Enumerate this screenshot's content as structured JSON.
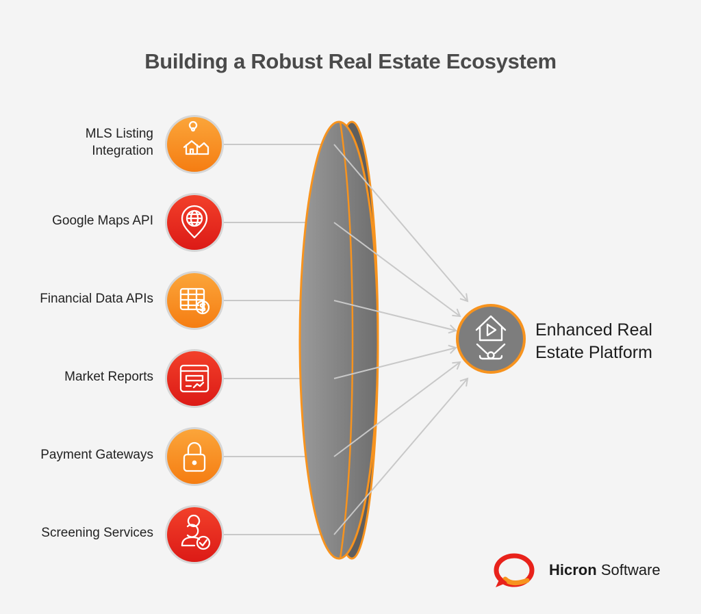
{
  "title": "Building a Robust Real Estate Ecosystem",
  "colors": {
    "orange": "#f7931e",
    "red": "#e8221b",
    "lens": "#8a8a8a",
    "connector": "#c8c8c8",
    "target": "#7b7b7b"
  },
  "sources": [
    {
      "lines": [
        "MLS Listing",
        "Integration"
      ],
      "icon": "house-location-icon",
      "color": "orange"
    },
    {
      "lines": [
        "Google Maps API"
      ],
      "icon": "globe-pin-icon",
      "color": "red"
    },
    {
      "lines": [
        "Financial Data APIs"
      ],
      "icon": "spreadsheet-dollar-icon",
      "color": "orange"
    },
    {
      "lines": [
        "Market Reports"
      ],
      "icon": "report-chart-icon",
      "color": "red"
    },
    {
      "lines": [
        "Payment Gateways"
      ],
      "icon": "padlock-icon",
      "color": "orange"
    },
    {
      "lines": [
        "Screening Services"
      ],
      "icon": "user-check-icon",
      "color": "red"
    }
  ],
  "target": {
    "lines": [
      "Enhanced Real",
      "Estate Platform"
    ],
    "icon": "smart-home-icon"
  },
  "brand": {
    "name_bold": "Hicron",
    "name_light": "Software"
  }
}
